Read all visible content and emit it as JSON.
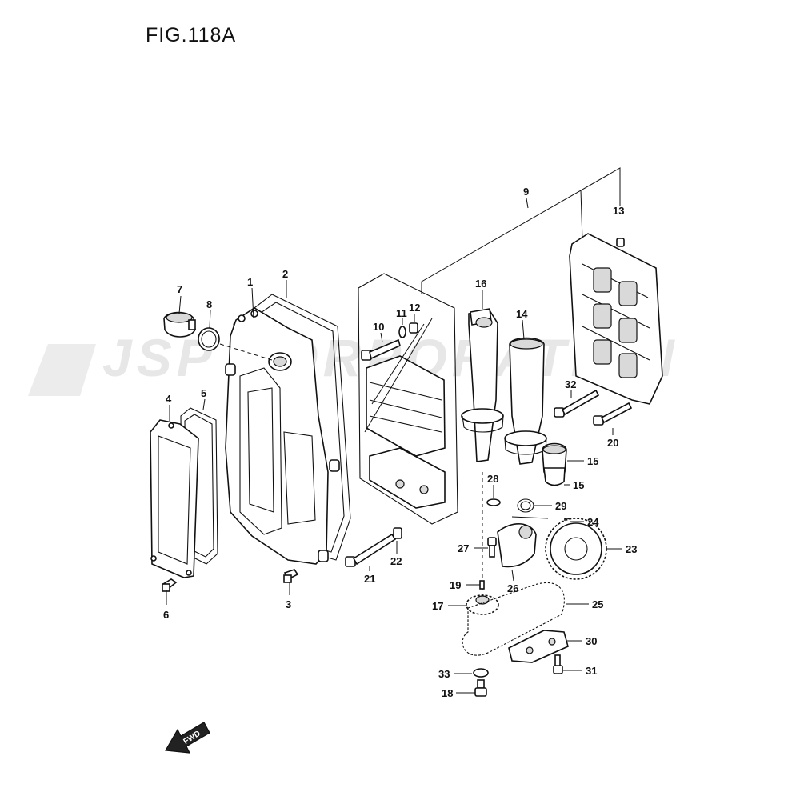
{
  "figure": {
    "title": "FIG.118A"
  },
  "watermark": {
    "text": "JSP CORPORATION"
  },
  "direction_marker": {
    "label": "FWD",
    "icon": "fwd-arrow-icon"
  },
  "callouts": [
    "1",
    "2",
    "3",
    "4",
    "5",
    "6",
    "7",
    "8",
    "9",
    "10",
    "11",
    "12",
    "13",
    "14",
    "15",
    "15",
    "16",
    "17",
    "18",
    "19",
    "20",
    "21",
    "22",
    "23",
    "24",
    "25",
    "26",
    "27",
    "28",
    "29",
    "30",
    "31",
    "32",
    "33"
  ]
}
